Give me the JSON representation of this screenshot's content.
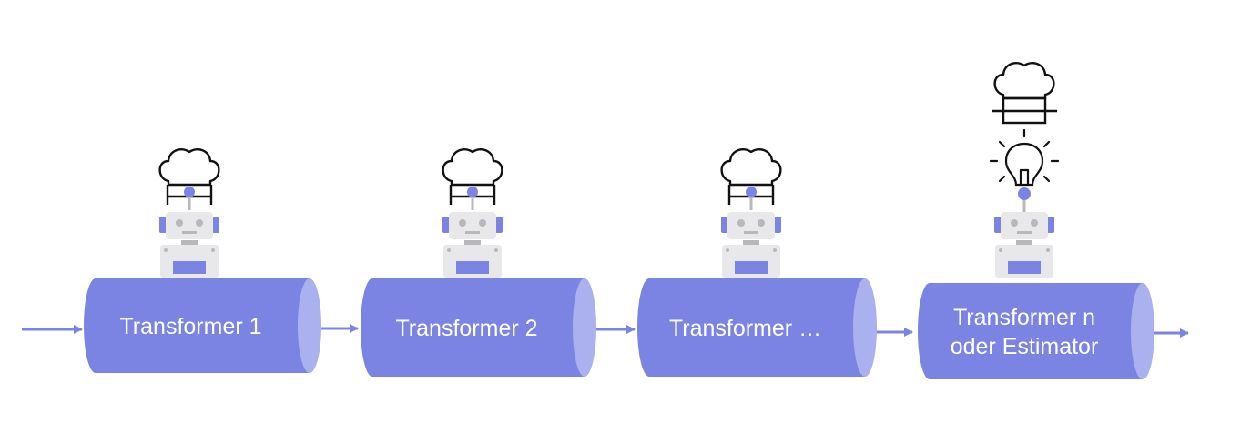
{
  "colors": {
    "cylinder_body": "#7b84e3",
    "cylinder_cap": "#abb0ef",
    "arrow": "#7b84e3",
    "robot_accent": "#7b84e3",
    "robot_gray": "#e8e8ea",
    "robot_dark": "#b8b8bc",
    "outline": "#111111"
  },
  "pipeline": {
    "stages": [
      {
        "label_lines": [
          "Transformer 1"
        ],
        "icon": "chef-hat-icon",
        "has_lightbulb": false
      },
      {
        "label_lines": [
          "Transformer 2"
        ],
        "icon": "chef-hat-icon",
        "has_lightbulb": false
      },
      {
        "label_lines": [
          "Transformer …"
        ],
        "icon": "chef-hat-icon",
        "has_lightbulb": false
      },
      {
        "label_lines": [
          "Transformer n",
          "oder Estimator"
        ],
        "icon": "chef-hat-icon",
        "has_lightbulb": true
      }
    ]
  }
}
